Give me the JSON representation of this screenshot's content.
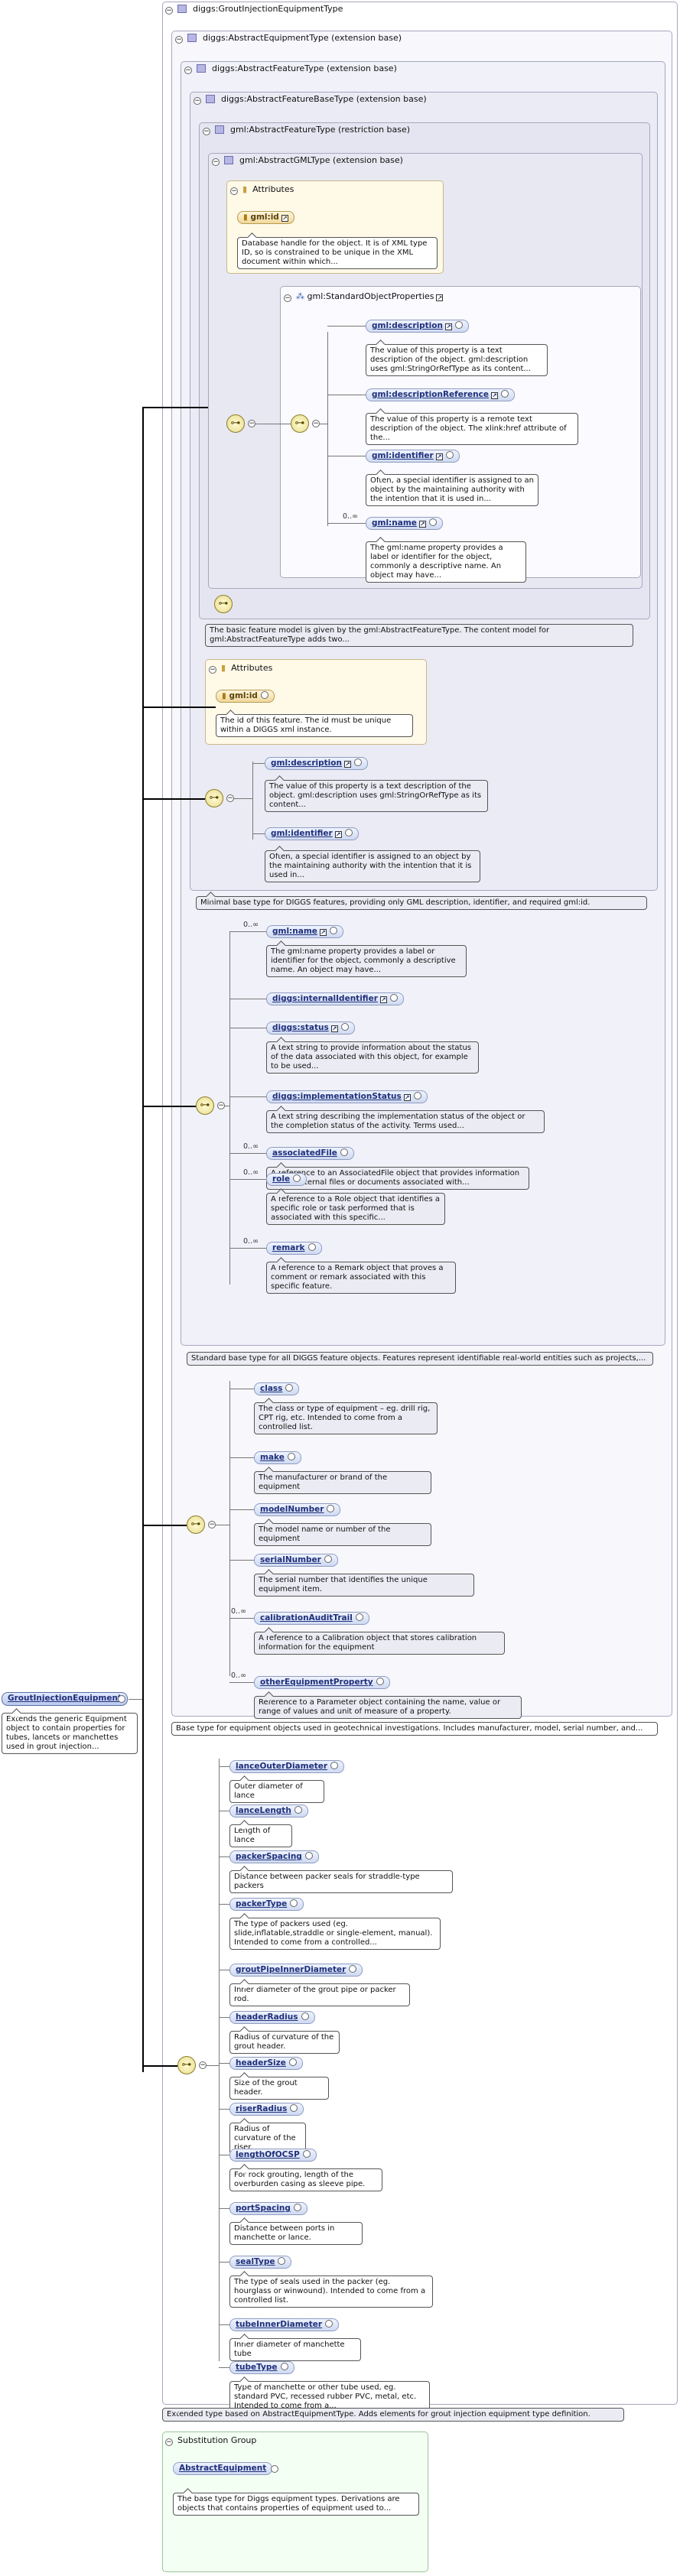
{
  "root": {
    "name": "GroutInjectionEquipment",
    "description": "Extends the generic Equipment object to contain properties for tubes, lancets or manchettes used in grout injection..."
  },
  "complexType": {
    "name": "diggs:GroutInjectionEquipmentType",
    "footer": "Extended type based on AbstractEquipmentType. Adds elements for grout injection equipment type definition."
  },
  "types": {
    "equipment": {
      "name": "diggs:AbstractEquipmentType (extension base)",
      "footer": "Base type for equipment objects used in geotechnical investigations. Includes manufacturer, model, serial number, and..."
    },
    "feature": {
      "name": "diggs:AbstractFeatureType (extension base)",
      "footer": "Standard base type for all DIGGS feature objects. Features represent identifiable real-world entities such as projects,..."
    },
    "featureBase": {
      "name": "diggs:AbstractFeatureBaseType (extension base)",
      "footer": "Minimal base type for DIGGS features, providing only GML description, identifier, and required gml:id."
    },
    "gmlFeature": {
      "name": "gml:AbstractFeatureType (restriction base)",
      "footer": "The basic feature model is given by the gml:AbstractFeatureType. The content model for gml:AbstractFeatureType adds two..."
    },
    "gmlType": {
      "name": "gml:AbstractGMLType (extension base)"
    }
  },
  "attributesLabel": "Attributes",
  "gmlType": {
    "gmlId": {
      "name": "gml:id",
      "description": "Database handle for the object. It is of XML type ID, so is constrained to be unique in the XML document within which..."
    },
    "propsGroup": "gml:StandardObjectProperties",
    "props": [
      {
        "name": "gml:description",
        "card": "",
        "description": "The value of this property is a text description of the object. gml:description uses gml:StringOrRefType as its content..."
      },
      {
        "name": "gml:descriptionReference",
        "card": "",
        "description": "The value of this property is a remote text description of the object. The xlink:href attribute of the..."
      },
      {
        "name": "gml:identifier",
        "card": "",
        "description": "Often, a special identifier is assigned to an object by the maintaining authority with the intention that it is used in..."
      },
      {
        "name": "gml:name",
        "card": "0..∞",
        "description": "The gml:name property provides a label or identifier for the object, commonly a descriptive name. An object may have..."
      }
    ]
  },
  "featureBase": {
    "gmlId": {
      "name": "gml:id",
      "description": "The id of this feature. The id must be unique within a DIGGS xml instance."
    },
    "elements": [
      {
        "name": "gml:description",
        "card": "",
        "description": "The value of this property is a text description of the object. gml:description uses gml:StringOrRefType as its content..."
      },
      {
        "name": "gml:identifier",
        "card": "",
        "description": "Often, a special identifier is assigned to an object by the maintaining authority with the intention that it is used in..."
      }
    ]
  },
  "feature": {
    "elements": [
      {
        "name": "gml:name",
        "card": "0..∞",
        "description": "The gml:name property provides a label or identifier for the object, commonly a descriptive name. An object may have..."
      },
      {
        "name": "diggs:internalIdentifier",
        "card": "",
        "description": ""
      },
      {
        "name": "diggs:status",
        "card": "",
        "description": "A text string to provide information about the status of the data associated with this object, for example to be used..."
      },
      {
        "name": "diggs:implementationStatus",
        "card": "",
        "description": "A text string describing the implementation status of the object or the completion status of the activity. Terms used..."
      },
      {
        "name": "associatedFile",
        "card": "0..∞",
        "description": "A reference to an AssociatedFile object that provides information about external files or documents associated with..."
      },
      {
        "name": "role",
        "card": "0..∞",
        "description": "A reference to a Role object that identifies a specific role or task performed that is associated with this specific..."
      },
      {
        "name": "remark",
        "card": "0..∞",
        "description": "A reference to a Remark object that proves a comment or remark associated with this specific feature."
      }
    ]
  },
  "equipment": {
    "elements": [
      {
        "name": "class",
        "card": "",
        "description": "The class or type of equipment – eg. drill rig, CPT rig, etc. Intended to come from a controlled list."
      },
      {
        "name": "make",
        "card": "",
        "description": "The manufacturer or brand of the equipment"
      },
      {
        "name": "modelNumber",
        "card": "",
        "description": "The model name or number of the equipment"
      },
      {
        "name": "serialNumber",
        "card": "",
        "description": "The serial number that identifies the unique equipment item."
      },
      {
        "name": "calibrationAuditTrail",
        "card": "0..∞",
        "description": "A reference to a Calibration object that stores calibration information for the equipment"
      },
      {
        "name": "otherEquipmentProperty",
        "card": "0..∞",
        "description": "Reference to a Parameter object containing the name, value or range of values and unit of measure of a property."
      }
    ]
  },
  "grout": {
    "elements": [
      {
        "name": "lanceOuterDiameter",
        "description": "Outer diameter of lance"
      },
      {
        "name": "lanceLength",
        "description": "Length of lance"
      },
      {
        "name": "packerSpacing",
        "description": "Distance between packer seals for straddle-type packers"
      },
      {
        "name": "packerType",
        "description": "The type of packers used (eg. slide,inflatable,straddle or single-element, manual). Intended to come from a controlled..."
      },
      {
        "name": "groutPipeInnerDiameter",
        "description": "Inner diameter of the grout pipe or packer rod."
      },
      {
        "name": "headerRadius",
        "description": "Radius of curvature of the grout header."
      },
      {
        "name": "headerSize",
        "description": "Size of the grout header."
      },
      {
        "name": "riserRadius",
        "description": "Radius of curvature of the riser."
      },
      {
        "name": "lengthOfOCSP",
        "description": "For rock grouting, length of the overburden casing as sleeve pipe."
      },
      {
        "name": "portSpacing",
        "description": "Distance between ports in manchette or lance."
      },
      {
        "name": "sealType",
        "description": "The type of seals used in the packer (eg. hourglass or winwound). Intended to come from a controlled list."
      },
      {
        "name": "tubeInnerDiameter",
        "description": "Inner diameter of manchette tube"
      },
      {
        "name": "tubeType",
        "description": "Type of manchette or other tube used, eg. standard PVC, recessed rubber PVC, metal, etc. Intended to come from a..."
      }
    ]
  },
  "substitution": {
    "label": "Substitution Group",
    "name": "AbstractEquipment",
    "description": "The base type for Diggs equipment types. Derivations are objects that contains properties of equipment used to..."
  }
}
